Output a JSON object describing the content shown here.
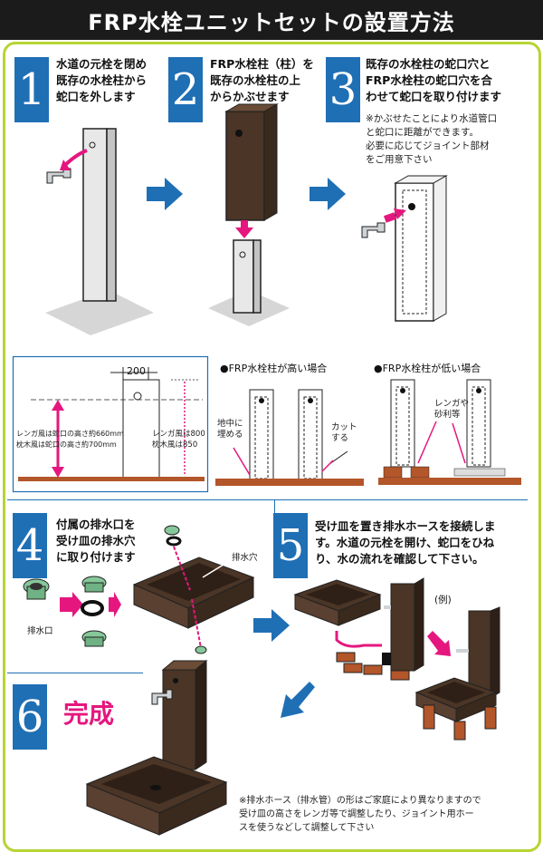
{
  "title": "FRP水栓ユニットセットの設置方法",
  "steps": [
    {
      "num": "1",
      "text": [
        "水道の元栓を閉め",
        "既存の水栓柱から",
        "蛇口を外します"
      ]
    },
    {
      "num": "2",
      "text": [
        "FRP水栓柱（柱）を",
        "既存の水栓柱の上",
        "からかぶせます"
      ]
    },
    {
      "num": "3",
      "text": [
        "既存の水栓柱の蛇口穴と",
        "FRP水栓柱の蛇口穴を合",
        "わせて蛇口を取り付けます"
      ],
      "note": [
        "※かぶせたことにより水道管口",
        "と蛇口に距離ができます。",
        "必要に応じてジョイント部材",
        "をご用意下さい"
      ]
    },
    {
      "num": "4",
      "text": [
        "付属の排水口を",
        "受け皿の排水穴",
        "に取り付けます"
      ],
      "label_drain": "排水口",
      "label_hole": "排水穴"
    },
    {
      "num": "5",
      "text": [
        "受け皿を置き排水ホースを接続しま",
        "す。水道の元栓を開け、蛇口をひね",
        "り、水の流れを確認して下さい。"
      ],
      "example": "(例)"
    },
    {
      "num": "6",
      "text": "完成"
    }
  ],
  "dimensions": {
    "width": "200",
    "left_notes": [
      "レンガ風は蛇口の高さ約660mm",
      "枕木風は蛇口の高さ約700mm"
    ],
    "right_notes": [
      "レンガ風は800",
      "枕木風は850"
    ]
  },
  "cases": {
    "high": {
      "title": "●FRP水栓柱が高い場合",
      "label1": [
        "地中に",
        "埋める"
      ],
      "label2": [
        "カット",
        "する"
      ]
    },
    "low": {
      "title": "●FRP水栓柱が低い場合",
      "label": [
        "レンガや",
        "砂利等"
      ]
    }
  },
  "footer_note": [
    "※排水ホース（排水管）の形はご家庭により異なりますので",
    "受け皿の高さをレンガ等で調整したり、ジョイント用ホー",
    "スを使うなどして調整して下さい"
  ],
  "colors": {
    "accent_blue": "#1f6fb5",
    "frame_green": "#b6d433",
    "magenta": "#e5177e",
    "wood": "#4a3526",
    "brick": "#b3562a"
  }
}
